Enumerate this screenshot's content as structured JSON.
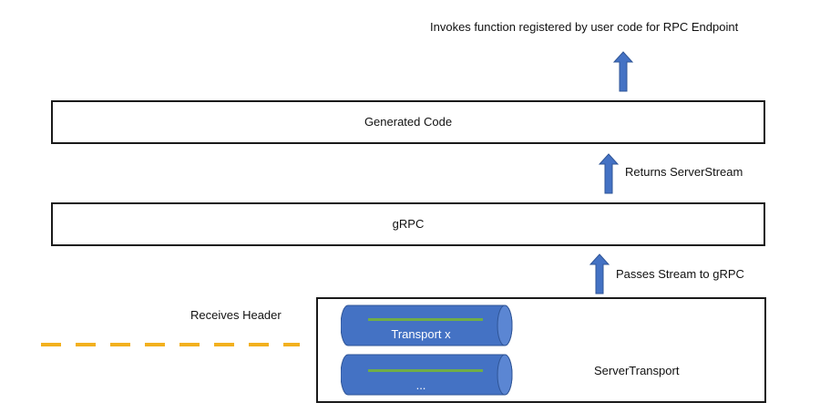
{
  "top_annotation": "Invokes function registered by user code for RPC Endpoint",
  "layers": {
    "generated_code": "Generated Code",
    "grpc": "gRPC",
    "server_transport": "ServerTransport"
  },
  "arrow_labels": {
    "returns_server_stream": "Returns ServerStream",
    "passes_stream": "Passes Stream to gRPC"
  },
  "receives_header": "Receives Header",
  "transports": [
    {
      "label": "Transport x"
    },
    {
      "label": "..."
    }
  ],
  "colors": {
    "arrow_fill": "#4472c4",
    "arrow_stroke": "#2f5597",
    "cylinder_fill": "#4472c4",
    "cylinder_stripe": "#70ad47",
    "dashed_line": "#f2b01e"
  }
}
